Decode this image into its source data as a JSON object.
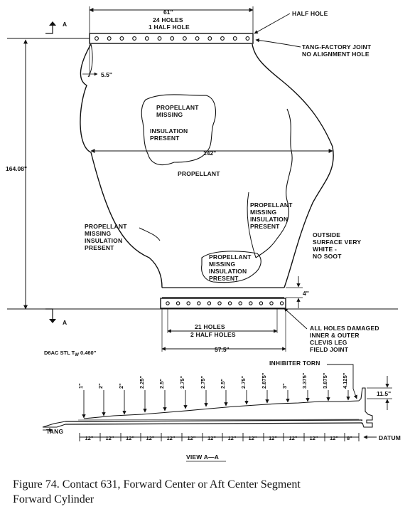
{
  "top_dims": {
    "width": "61\"",
    "holes": "24 HOLES",
    "half_hole": "1 HALF HOLE",
    "offset": "5.5\""
  },
  "section_marks": {
    "top": "A",
    "bottom": "A"
  },
  "callouts": {
    "half_hole": "HALF HOLE",
    "tang_line1": "TANG-FACTORY JOINT",
    "tang_line2": "NO ALIGNMENT HOLE",
    "width_mid": "142\"",
    "height": "164.08\"",
    "region1": [
      "PROPELLANT",
      "MISSING",
      "INSULATION",
      "PRESENT"
    ],
    "region1_below": "PROPELLANT",
    "region2": [
      "PROPELLANT",
      "MISSING",
      "INSULATION",
      "PRESENT"
    ],
    "region3": [
      "PROPELLANT",
      "MISSING",
      "INSULATION",
      "PRESENT"
    ],
    "region4": [
      "PROPELLANT",
      "MISSING",
      "INSULATION",
      "PRESENT"
    ],
    "outside": [
      "OUTSIDE",
      "SURFACE VERY",
      "WHITE -",
      "NO SOOT"
    ],
    "band": "4\"",
    "all_holes": [
      "ALL HOLES DAMAGED",
      "INNER & OUTER",
      "CLEVIS LEG",
      "FIELD JOINT"
    ]
  },
  "bottom_dims": {
    "holes": "21 HOLES",
    "half_holes": "2 HALF HOLES",
    "width": "57.5\""
  },
  "material": {
    "prefix": "D6AC STL T",
    "sub": "W",
    "suffix": " 0.460\""
  },
  "view": {
    "inhibiter": "INHIBITER TORN",
    "depths": [
      "1\"",
      "2\"",
      "2\"",
      "2.25\"",
      "2.5\"",
      "2.75\"",
      "2.75\"",
      "2.5\"",
      "2.75\"",
      "2.875\"",
      "3\"",
      "3.375\"",
      "3.875\"",
      "4.125\""
    ],
    "spacings": [
      "12\"",
      "12\"",
      "12\"",
      "12\"",
      "12\"",
      "12\"",
      "12\"",
      "12\"",
      "12\"",
      "12\"",
      "12\"",
      "12\"",
      "12\"",
      "8\""
    ],
    "right_dim": "11.5\"",
    "tang": "TANG",
    "datum": "DATUM",
    "title": "VIEW A—A"
  },
  "caption": {
    "line1": "Figure 74. Contact 631, Forward Center or Aft Center Segment",
    "line2": "Forward Cylinder"
  }
}
